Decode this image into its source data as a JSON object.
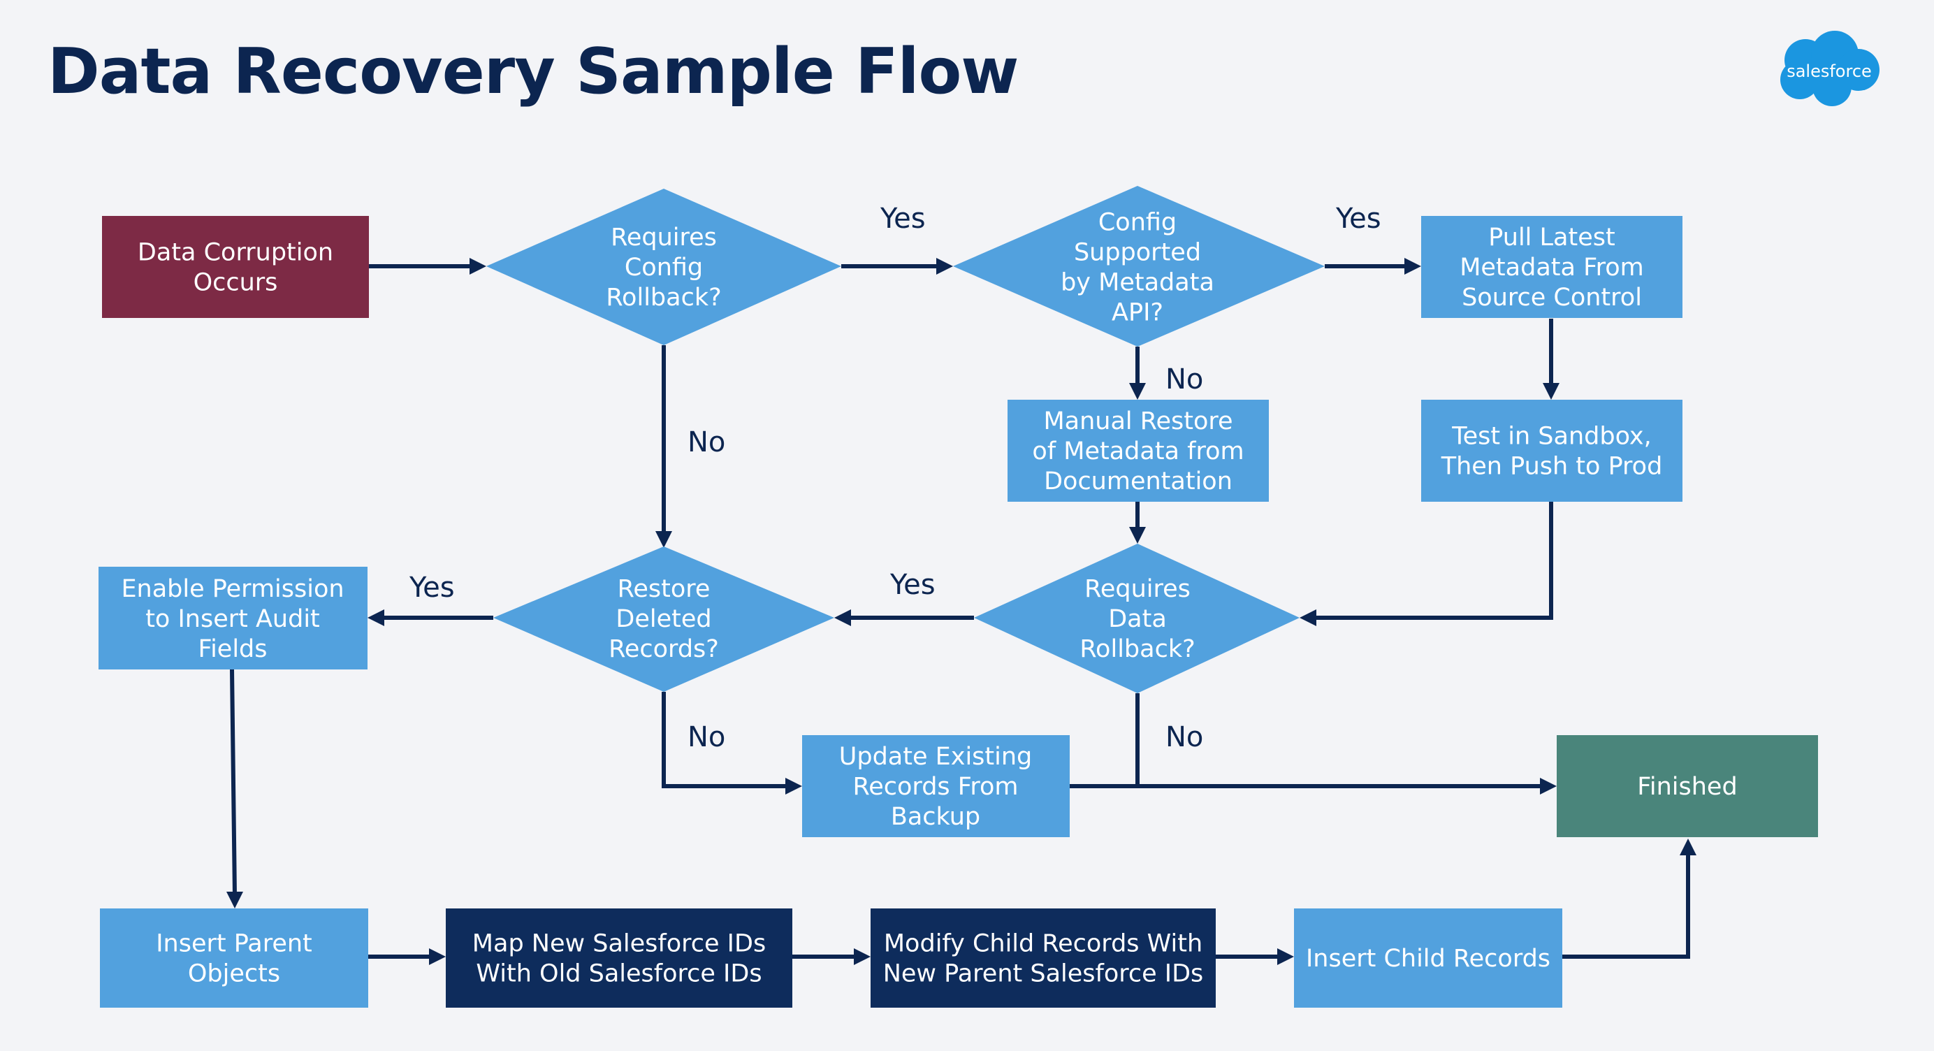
{
  "title": "Data Recovery Sample Flow",
  "logo": {
    "text": "salesforce",
    "color": "#1b96e0",
    "icon": "salesforce-cloud-logo"
  },
  "colors": {
    "background": "#f3f4f7",
    "title": "#0c2550",
    "start": "#7d2a45",
    "process": "#52a1de",
    "decision": "#52a1de",
    "dark": "#0e2c5c",
    "end": "#4a857b",
    "edge": "#0c2550"
  },
  "nodes": {
    "data_corruption": {
      "lines": [
        "Data Corruption",
        "Occurs"
      ]
    },
    "requires_config": {
      "lines": [
        "Requires",
        "Config",
        "Rollback?"
      ]
    },
    "config_supported": {
      "lines": [
        "Config",
        "Supported",
        "by Metadata",
        "API?"
      ]
    },
    "pull_metadata": {
      "lines": [
        "Pull Latest",
        "Metadata From",
        "Source Control"
      ]
    },
    "manual_restore": {
      "lines": [
        "Manual Restore",
        "of Metadata from",
        "Documentation"
      ]
    },
    "test_sandbox": {
      "lines": [
        "Test in Sandbox,",
        "Then Push to Prod"
      ]
    },
    "enable_permission": {
      "lines": [
        "Enable Permission",
        "to Insert Audit",
        "Fields"
      ]
    },
    "restore_deleted": {
      "lines": [
        "Restore",
        "Deleted",
        "Records?"
      ]
    },
    "requires_data": {
      "lines": [
        "Requires",
        "Data",
        "Rollback?"
      ]
    },
    "update_existing": {
      "lines": [
        "Update Existing",
        "Records From",
        "Backup"
      ]
    },
    "finished": {
      "lines": [
        "Finished"
      ]
    },
    "insert_parent": {
      "lines": [
        "Insert Parent",
        "Objects"
      ]
    },
    "map_ids": {
      "lines": [
        "Map New Salesforce IDs",
        "With Old Salesforce IDs"
      ]
    },
    "modify_child": {
      "lines": [
        "Modify Child Records With",
        "New Parent Salesforce IDs"
      ]
    },
    "insert_child": {
      "lines": [
        "Insert Child Records"
      ]
    }
  },
  "edge_labels": {
    "config_yes": "Yes",
    "supported_yes": "Yes",
    "config_no": "No",
    "supported_no": "No",
    "restore_yes": "Yes",
    "data_yes": "Yes",
    "restore_no": "No",
    "data_no": "No"
  }
}
